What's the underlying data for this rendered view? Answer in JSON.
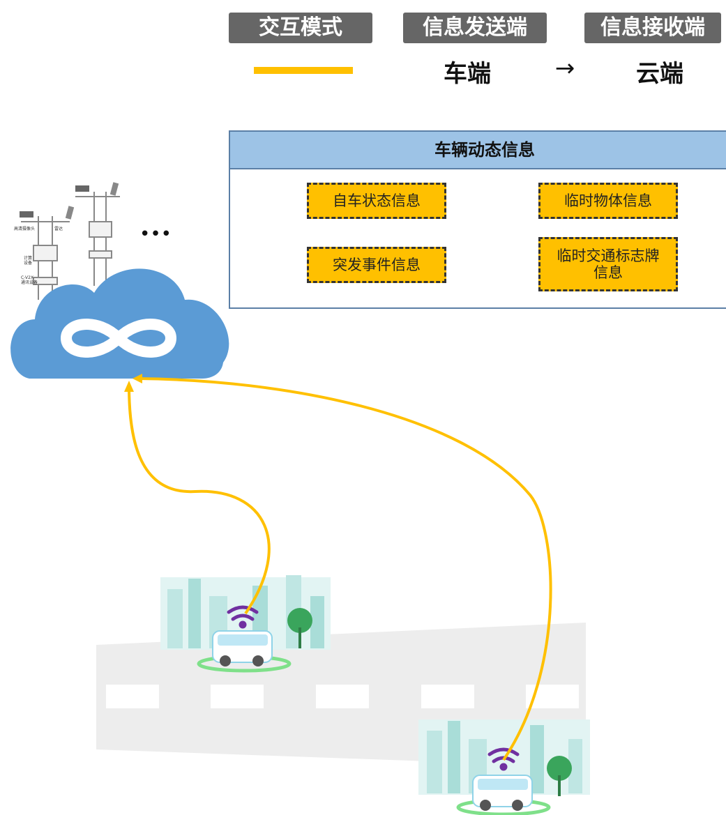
{
  "header": {
    "mode_label": "交互模式",
    "sender_label": "信息发送端",
    "receiver_label": "信息接收端"
  },
  "legend": {
    "sender": "车端",
    "arrow": "→",
    "receiver": "云端",
    "line_color": "#ffc000"
  },
  "panel": {
    "title": "车辆动态信息",
    "items": [
      {
        "label": "自车状态信息"
      },
      {
        "label": "临时物体信息"
      },
      {
        "label": "突发事件信息"
      },
      {
        "label": "临时交通标志牌\n信息"
      }
    ]
  },
  "rsu": {
    "ellipsis": "•••",
    "camera_label": "高清摄像头",
    "radar_label": "雷达",
    "compute_label": "计算\n设备",
    "cv2x_label": "C-V2X\n通讯设备"
  },
  "colors": {
    "cloud": "#5b9bd5",
    "connector": "#ffc000",
    "road": "#ededed",
    "wifi": "#7030a0"
  }
}
